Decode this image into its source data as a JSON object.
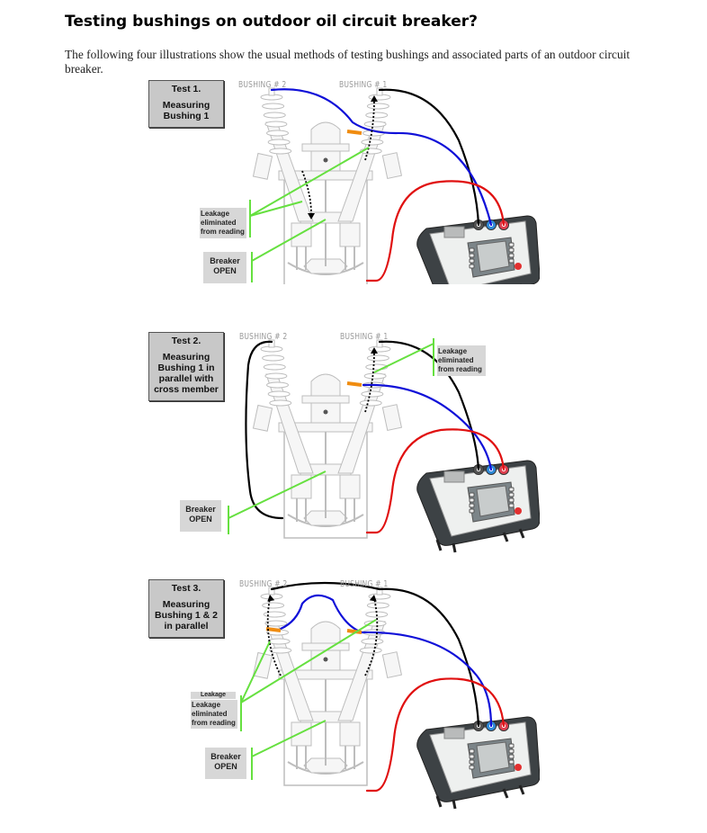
{
  "page": {
    "title": "Testing bushings on outdoor oil circuit breaker?",
    "intro": "The following four illustrations show the usual methods of testing bushings and associated parts of an outdoor circuit breaker."
  },
  "colors": {
    "lead_black": "#000000",
    "lead_blue": "#1010d8",
    "lead_red": "#e01010",
    "guard_ring": "#f08c10",
    "callout_line": "#66e040",
    "callout_bg": "#d7d7d7",
    "test_box_bg": "#c8c8c8"
  },
  "bushing_labels": {
    "bushing2": "BUSHING # 2",
    "bushing1": "BUSHING # 1"
  },
  "tests": [
    {
      "number": "Test 1.",
      "description": "Measuring\nBushing 1",
      "callouts": {
        "leakage": "Leakage\neliminated\nfrom reading",
        "breaker": "Breaker\nOPEN"
      }
    },
    {
      "number": "Test 2.",
      "description": "Measuring\nBushing 1 in\nparallel with\ncross member",
      "callouts": {
        "leakage": "Leakage\neliminated\nfrom reading",
        "breaker": "Breaker\nOPEN"
      }
    },
    {
      "number": "Test 3.",
      "description": "Measuring\nBushing 1 & 2\nin parallel",
      "callouts": {
        "leakage_overlap": "Leakage",
        "leakage": "Leakage\neliminated\nfrom reading",
        "breaker": "Breaker\nOPEN"
      }
    }
  ]
}
